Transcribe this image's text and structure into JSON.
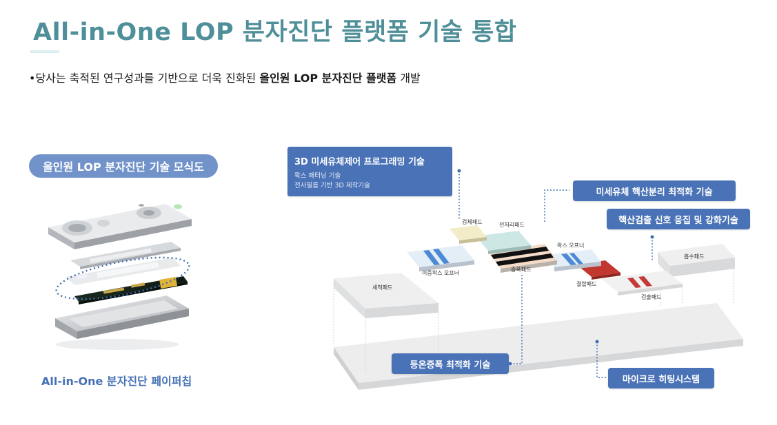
{
  "header": {
    "title_latin": "All-in-One LOP",
    "title_korean": "분자진단 플랫폼 기술 통합"
  },
  "intro": {
    "bullet": "•",
    "text_before": "당사는 축적된 연구성과를 기반으로 더욱 진화된 ",
    "text_bold": "올인원 LOP 분자진단 플랫폼",
    "text_after": " 개발"
  },
  "left_panel": {
    "badge": "올인원 LOP 분자진단 기술 모식도",
    "caption": "All-in-One 분자진단 페이퍼칩"
  },
  "callouts": {
    "microfluidic": {
      "title": "3D 미세유체제어 프로그래밍 기술",
      "line1": "왁스 패터닝 기술",
      "line2": "전사필름 기반 3D 제작기술"
    },
    "extraction": "미세유체 핵산분리 최적화 기술",
    "signal": "핵산검출 신호 응집 및 강화기술",
    "isothermal": "등온증폭 최적화 기술",
    "heating": "마이크로 히팅시스템"
  },
  "pads": {
    "wash": "세척패드",
    "double_wax": "이중왁스 오프너",
    "sample": "검체패드",
    "pretreat": "전처리패드",
    "amplify": "증폭패드",
    "wax_opener": "왁스 오프너",
    "binding": "결합패드",
    "detection": "검출패드",
    "absorb": "흡수패드"
  },
  "colors": {
    "title": "#4f8f99",
    "accent_blue": "#4a72b6",
    "badge_blue": "#7193c9",
    "dotted_line": "#3f6fb0"
  }
}
